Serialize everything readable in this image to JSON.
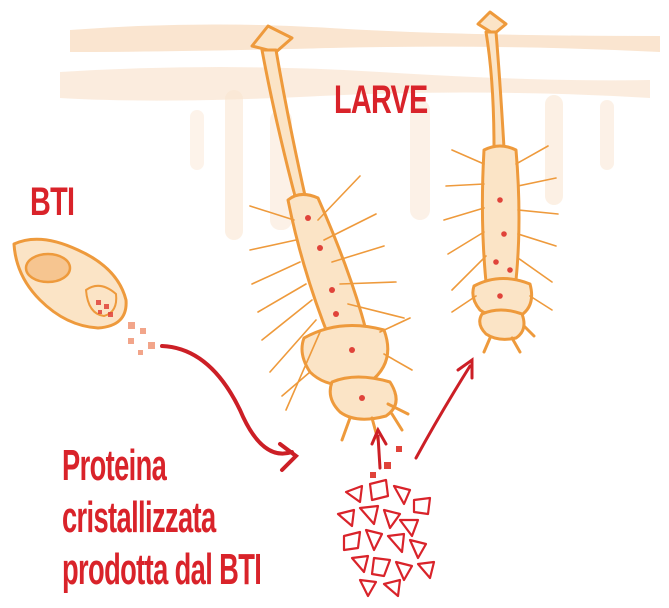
{
  "labels": {
    "larve": "LARVE",
    "bti": "BTI",
    "protein_line1": "Proteina",
    "protein_line2": "cristallizzata",
    "protein_line3": "prodotta dal BTI"
  },
  "colors": {
    "label_red": "#d9232a",
    "larva_orange": "#ee9a3c",
    "larva_fill": "#fbe4c6",
    "water_peach": "#f8dcc0",
    "arrow_red": "#cc1f26",
    "dot_red": "#e0433a"
  }
}
